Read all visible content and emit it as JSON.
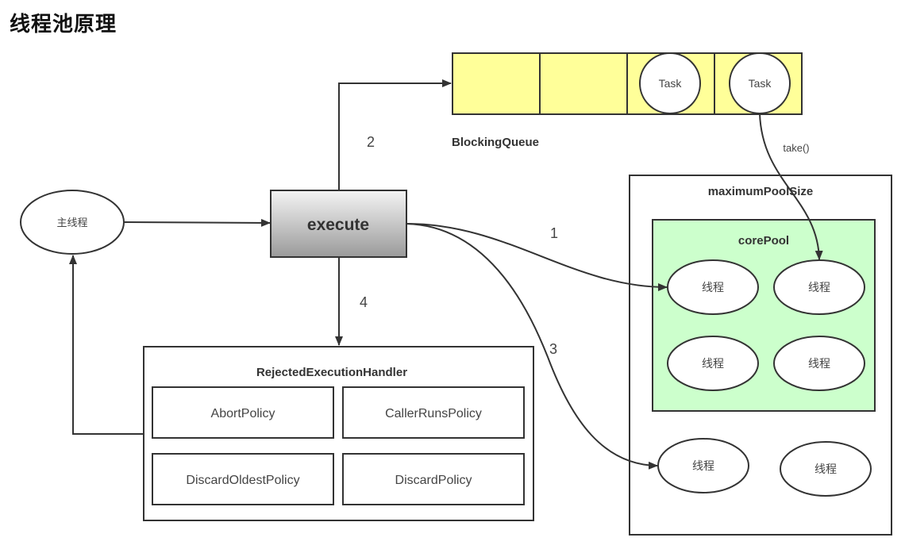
{
  "title": "线程池原理",
  "main_thread": {
    "label": "主线程"
  },
  "execute": {
    "label": "execute"
  },
  "queue": {
    "label": "BlockingQueue",
    "slots": [
      "",
      "",
      "Task",
      "Task"
    ],
    "take_label": "take()"
  },
  "arrow_labels": {
    "step1": "1",
    "step2": "2",
    "step3": "3",
    "step4": "4"
  },
  "max_pool": {
    "label": "maximumPoolSize",
    "extra_threads": [
      "线程",
      "线程"
    ]
  },
  "core_pool": {
    "label": "corePool",
    "threads": [
      "线程",
      "线程",
      "线程",
      "线程"
    ]
  },
  "rejected_handler": {
    "label": "RejectedExecutionHandler",
    "policies": [
      "AbortPolicy",
      "CallerRunsPolicy",
      "DiscardOldestPolicy",
      "DiscardPolicy"
    ]
  },
  "colors": {
    "queue_fill": "#ffff99",
    "core_pool_fill": "#ccffcc",
    "stroke": "#333333"
  }
}
